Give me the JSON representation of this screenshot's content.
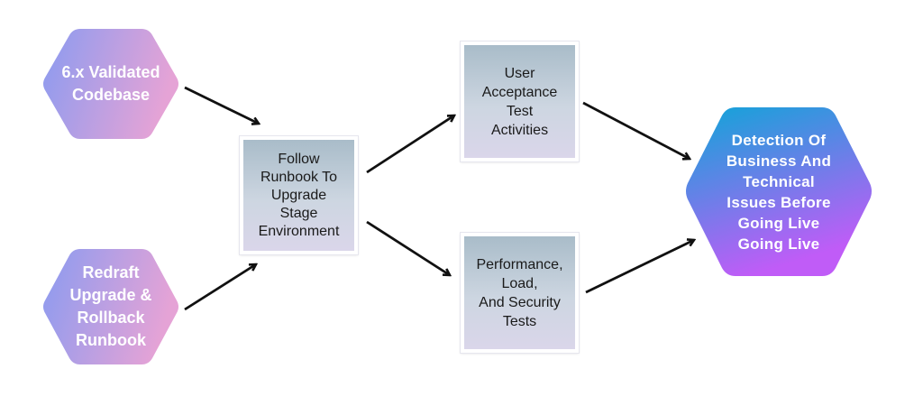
{
  "nodes": {
    "validated_codebase": {
      "lines": [
        "6.x Validated",
        "Codebase"
      ],
      "gradient": [
        "#8a9bf0",
        "#e5a3d6"
      ]
    },
    "redraft_runbook": {
      "lines": [
        "Redraft",
        "Upgrade &",
        "Rollback",
        "Runbook"
      ],
      "gradient": [
        "#8a9bf0",
        "#e5a3d6"
      ]
    },
    "follow_runbook": {
      "lines": [
        "Follow",
        "Runbook To",
        "Upgrade",
        "Stage",
        "Environment"
      ]
    },
    "user_acceptance": {
      "lines": [
        "User",
        "Acceptance",
        "Test",
        "Activities"
      ]
    },
    "performance_tests": {
      "lines": [
        "Performance,",
        "Load,",
        "And Security",
        "Tests"
      ]
    },
    "detection": {
      "lines": [
        "Detection Of",
        "Business And",
        "Technical",
        "Issues Before",
        "Going Live",
        "Going Live"
      ],
      "gradient": [
        "#0fa5d8",
        "#c05cf7"
      ]
    }
  },
  "colors": {
    "arrow": "#111111",
    "box_text": "#1a1a1a",
    "hex_text": "#ffffff"
  }
}
